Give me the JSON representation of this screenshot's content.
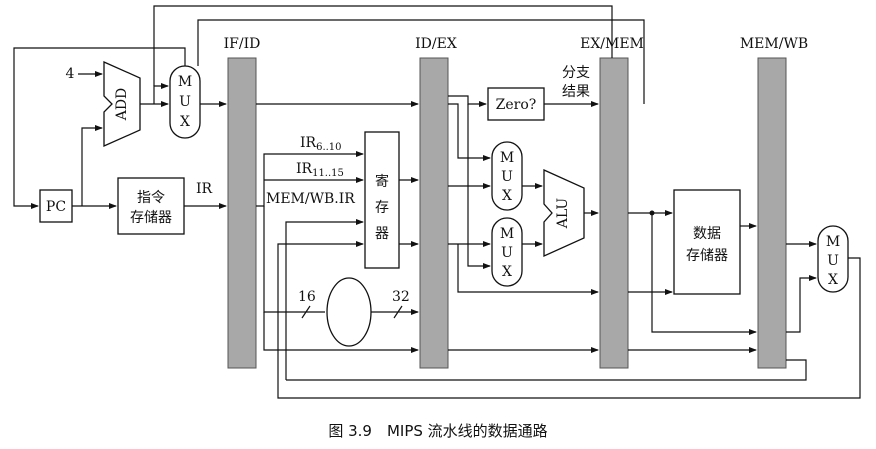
{
  "stages": [
    "IF/ID",
    "ID/EX",
    "EX/MEM",
    "MEM/WB"
  ],
  "blocks": {
    "pc": "PC",
    "add": "ADD",
    "mux": [
      "M",
      "U",
      "X"
    ],
    "instr_mem": [
      "指令",
      "存储器"
    ],
    "regfile": [
      "寄",
      "存",
      "器"
    ],
    "zero": "Zero?",
    "alu": "ALU",
    "data_mem": [
      "数据",
      "存储器"
    ]
  },
  "labels": {
    "four": "4",
    "ir": "IR",
    "ir_base": "IR",
    "ir_sub_a": "6..10",
    "ir_sub_b": "11..15",
    "mem_wb_ir": "MEM/WB.IR",
    "w16": "16",
    "w32": "32",
    "branch": [
      "分支",
      "结果"
    ]
  },
  "caption": "图 3.9　MIPS 流水线的数据通路"
}
